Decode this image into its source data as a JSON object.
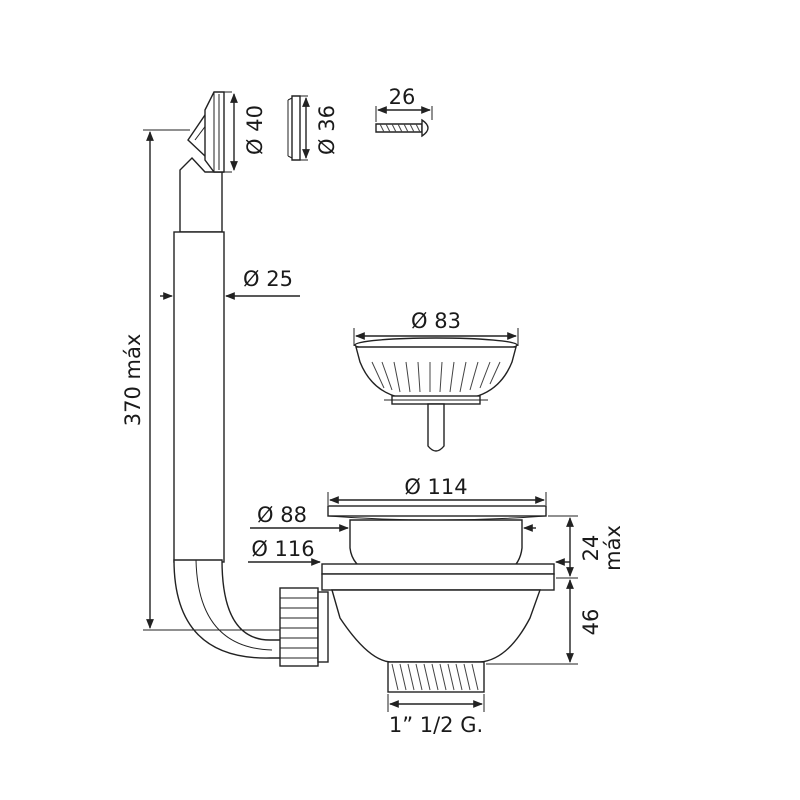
{
  "labels": {
    "pipe_height": "370 máx",
    "overflow_head_diameter": "Ø 40",
    "overflow_cap_diameter": "Ø 36",
    "screw_length": "26",
    "pipe_diameter": "Ø 25",
    "strainer_basket_diameter": "Ø 83",
    "flange_diameter": "Ø 114",
    "bowl_diameter": "Ø 88",
    "body_diameter": "Ø 116",
    "max_thickness_value": "24",
    "max_thickness_unit": "máx",
    "body_height": "46",
    "thread_spec": "1” 1/2 G."
  },
  "colors": {
    "line": "#222222",
    "text": "#1a1a1a",
    "background": "#ffffff"
  }
}
